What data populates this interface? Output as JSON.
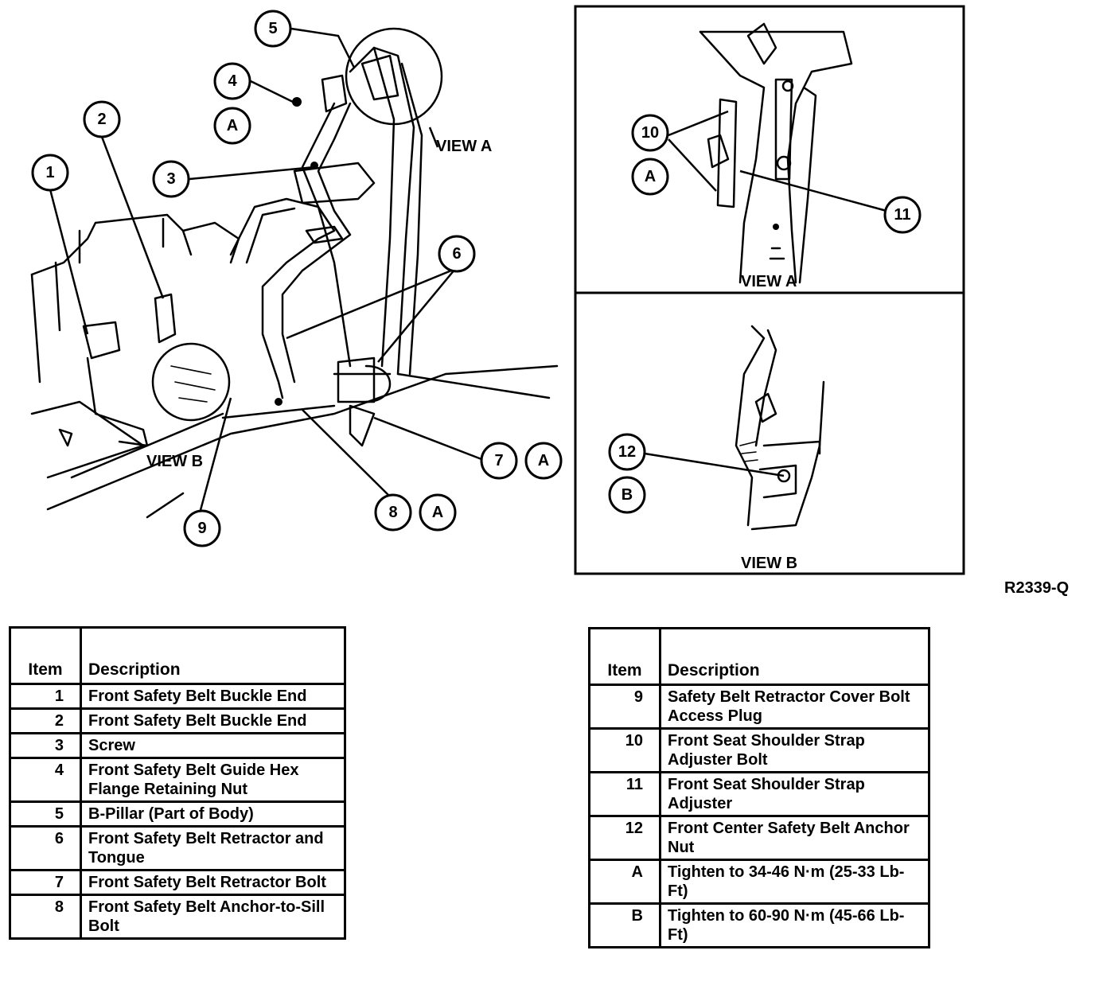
{
  "callouts": {
    "c1": "1",
    "c2": "2",
    "c3": "3",
    "c4": "4",
    "c4a": "A",
    "c5": "5",
    "c6": "6",
    "c7": "7",
    "c7a": "A",
    "c8": "8",
    "c8a": "A",
    "c9": "9",
    "c10": "10",
    "c10a": "A",
    "c11": "11",
    "c12": "12",
    "c12b": "B"
  },
  "labels": {
    "view_a_main": "VIEW A",
    "view_b_main": "VIEW B",
    "view_a_inset": "VIEW A",
    "view_b_inset": "VIEW B"
  },
  "ref_code": "R2339-Q",
  "legend_left": {
    "header_item": "Item",
    "header_description": "Description",
    "rows": [
      {
        "item": "1",
        "description": "Front Safety Belt Buckle End"
      },
      {
        "item": "2",
        "description": "Front Safety Belt Buckle End"
      },
      {
        "item": "3",
        "description": "Screw"
      },
      {
        "item": "4",
        "description": "Front Safety Belt Guide Hex Flange Retaining Nut"
      },
      {
        "item": "5",
        "description": "B-Pillar (Part of Body)"
      },
      {
        "item": "6",
        "description": "Front Safety Belt Retractor and Tongue"
      },
      {
        "item": "7",
        "description": "Front Safety Belt Retractor Bolt"
      },
      {
        "item": "8",
        "description": "Front Safety Belt Anchor-to-Sill Bolt"
      }
    ]
  },
  "legend_right": {
    "header_item": "Item",
    "header_description": "Description",
    "rows": [
      {
        "item": "9",
        "description": "Safety Belt Retractor Cover Bolt Access Plug"
      },
      {
        "item": "10",
        "description": "Front Seat Shoulder Strap Adjuster Bolt"
      },
      {
        "item": "11",
        "description": "Front Seat Shoulder Strap Adjuster"
      },
      {
        "item": "12",
        "description": "Front Center Safety Belt Anchor Nut"
      },
      {
        "item": "A",
        "description": "Tighten to 34-46 N·m (25-33 Lb-Ft)"
      },
      {
        "item": "B",
        "description": "Tighten to 60-90 N·m (45-66 Lb-Ft)"
      }
    ]
  }
}
